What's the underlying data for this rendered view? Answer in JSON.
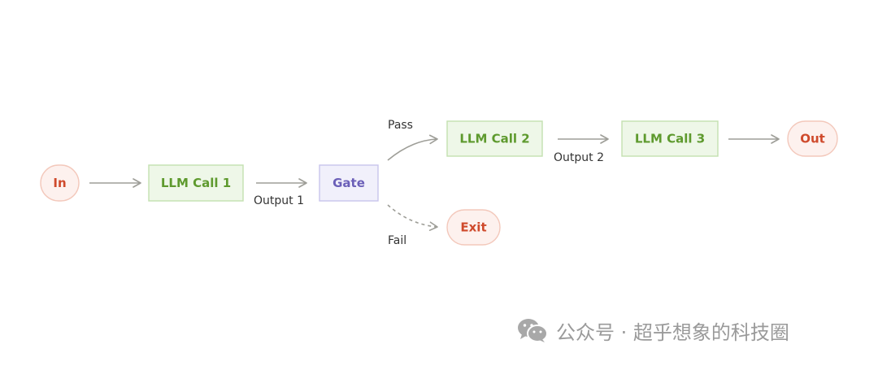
{
  "colors": {
    "terminal_fill": "#fdf1ee",
    "terminal_stroke": "#f3c8bb",
    "terminal_text": "#cf4a2c",
    "llm_fill": "#eef7e8",
    "llm_stroke": "#c3e0b0",
    "llm_text": "#5e9a2e",
    "gate_fill": "#f1f0fb",
    "gate_stroke": "#c9c5ec",
    "gate_text": "#6b5fb8",
    "arrow": "#9e9e98",
    "label": "#333333",
    "watermark": "#9a9a9a"
  },
  "nodes": {
    "in": "In",
    "llm_call_1": "LLM Call 1",
    "gate": "Gate",
    "llm_call_2": "LLM Call 2",
    "llm_call_3": "LLM Call 3",
    "out": "Out",
    "exit": "Exit"
  },
  "edge_labels": {
    "output_1": "Output 1",
    "pass": "Pass",
    "fail": "Fail",
    "output_2": "Output 2"
  },
  "watermark": {
    "icon": "wechat-icon",
    "text": "公众号 · 超乎想象的科技圈"
  }
}
